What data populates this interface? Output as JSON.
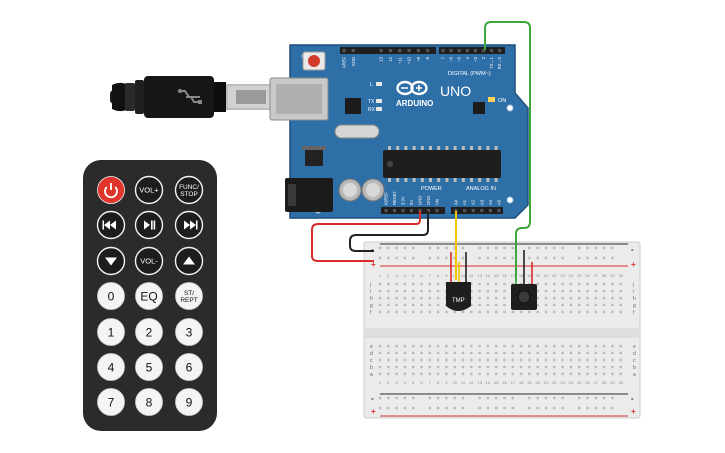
{
  "colors": {
    "arduino_blue": "#2f6fa8",
    "remote_body": "#2b2b2b",
    "power_button": "#e0352b",
    "wire_green": "#3ea63c",
    "wire_red": "#d92d2d",
    "wire_black": "#222222",
    "wire_yellow": "#f2c500",
    "breadboard": "#ebebeb"
  },
  "arduino": {
    "logo": "ARDUINO",
    "model": "UNO",
    "digital_label": "DIGITAL (PWM~)",
    "power_label": "POWER",
    "analog_label": "ANALOG IN",
    "on_label": "ON",
    "led_l": "L",
    "led_tx": "TX",
    "led_rx": "RX",
    "top_pins": [
      "AREF",
      "GND",
      "13",
      "12",
      "~11",
      "~10",
      "~9",
      "8",
      "7",
      "~6",
      "~5",
      "4",
      "~3",
      "2",
      "TX→1",
      "RX←0"
    ],
    "power_pins": [
      "IOREF",
      "RESET",
      "3.3V",
      "5V",
      "GND",
      "GND",
      "Vin"
    ],
    "analog_pins": [
      "A0",
      "A1",
      "A2",
      "A3",
      "A4",
      "A5"
    ]
  },
  "remote": {
    "buttons": [
      {
        "label": "",
        "icon": "power-icon"
      },
      {
        "label": "VOL+",
        "icon": ""
      },
      {
        "label": "FUNC/\nSTOP",
        "icon": ""
      },
      {
        "label": "",
        "icon": "rewind-icon"
      },
      {
        "label": "",
        "icon": "play-pause-icon"
      },
      {
        "label": "",
        "icon": "fast-forward-icon"
      },
      {
        "label": "",
        "icon": "down-arrow-icon"
      },
      {
        "label": "VOL-",
        "icon": ""
      },
      {
        "label": "",
        "icon": "up-arrow-icon"
      },
      {
        "label": "0",
        "icon": ""
      },
      {
        "label": "EQ",
        "icon": ""
      },
      {
        "label": "ST/\nREPT",
        "icon": ""
      },
      {
        "label": "1",
        "icon": ""
      },
      {
        "label": "2",
        "icon": ""
      },
      {
        "label": "3",
        "icon": ""
      },
      {
        "label": "4",
        "icon": ""
      },
      {
        "label": "5",
        "icon": ""
      },
      {
        "label": "6",
        "icon": ""
      },
      {
        "label": "7",
        "icon": ""
      },
      {
        "label": "8",
        "icon": ""
      },
      {
        "label": "9",
        "icon": ""
      }
    ]
  },
  "breadboard": {
    "rail_plus": "+",
    "rail_minus": "-",
    "row_letters_top": [
      "j",
      "i",
      "h",
      "g",
      "f"
    ],
    "row_letters_bottom": [
      "e",
      "d",
      "c",
      "b",
      "a"
    ],
    "column_numbers": [
      "1",
      "2",
      "3",
      "4",
      "5",
      "6",
      "7",
      "8",
      "9",
      "10",
      "11",
      "12",
      "13",
      "14",
      "15",
      "16",
      "17",
      "18",
      "19",
      "20",
      "21",
      "22",
      "23",
      "24",
      "25",
      "26",
      "27",
      "28",
      "29",
      "30"
    ]
  },
  "sensors": {
    "tmp_label": "TMP",
    "ir_receiver": ""
  },
  "usb_cable": {
    "icon": "usb-icon"
  }
}
